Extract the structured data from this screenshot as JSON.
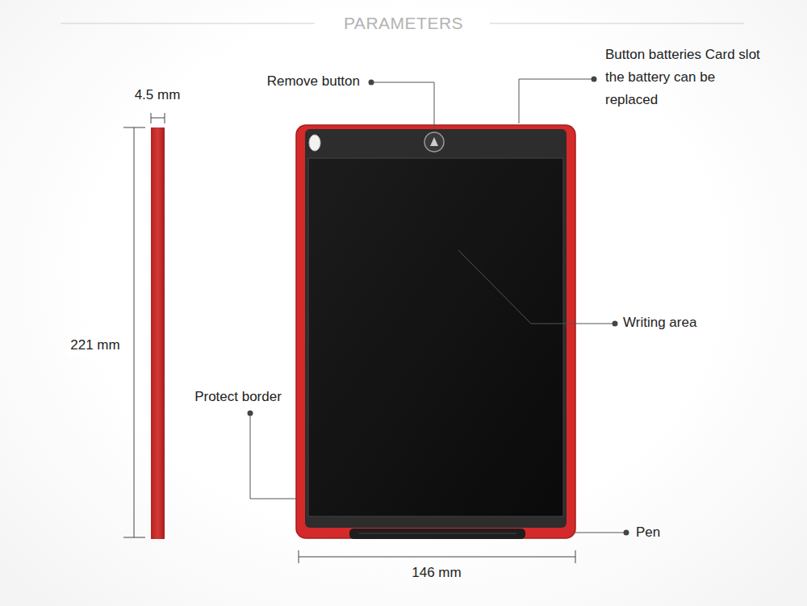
{
  "diagram": {
    "title": "PARAMETERS",
    "labels": [
      "Remove button",
      "Button batteries Card slot the battery can be replaced",
      "4.5 mm",
      "221 mm",
      "Writing area",
      "Protect border",
      "Pen",
      "146 mm"
    ]
  }
}
